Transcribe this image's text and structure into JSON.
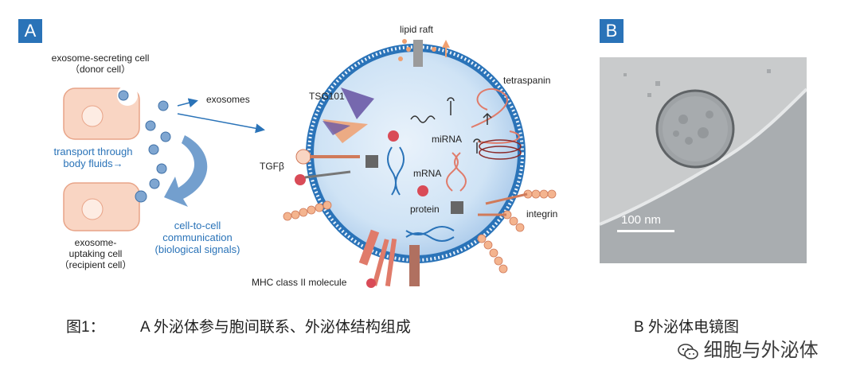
{
  "panel_a": {
    "badge": "A",
    "donor_cell_label": [
      "exosome-secreting cell",
      "（donor cell）"
    ],
    "exosomes_label": "exosomes",
    "transport_label": [
      "transport through",
      "body fluids→"
    ],
    "recipient_cell_label": [
      "exosome-",
      "uptaking cell",
      "（recipient cell）"
    ],
    "communication_label": [
      "cell-to-cell",
      "communication",
      "(biological signals)"
    ],
    "components": {
      "lipid_raft": "lipid raft",
      "tetraspanin": "tetraspanin",
      "tsg101": "TSG101",
      "mirna": "miRNA",
      "tgf_beta": "TGFβ",
      "mrna": "mRNA",
      "protein": "protein",
      "integrin": "integrin",
      "mhc": "MHC class II molecule"
    }
  },
  "panel_b": {
    "badge": "B",
    "scale_bar_label": "100 nm"
  },
  "captions": {
    "figure_label": "图1：",
    "a_caption": "A 外泌体参与胞间联系、外泌体结构组成",
    "b_caption": "B 外泌体电镜图"
  },
  "watermark": "细胞与外泌体",
  "colors": {
    "badge": "#2a73b8",
    "cell_fill": "#f9d5c3",
    "cell_stroke": "#e8a488",
    "exosome_fill": "#cfe3f5",
    "membrane": "#2a73b8",
    "arrow": "#2a73b8",
    "red_dot": "#d94b57",
    "protein_gray": "#666666"
  }
}
